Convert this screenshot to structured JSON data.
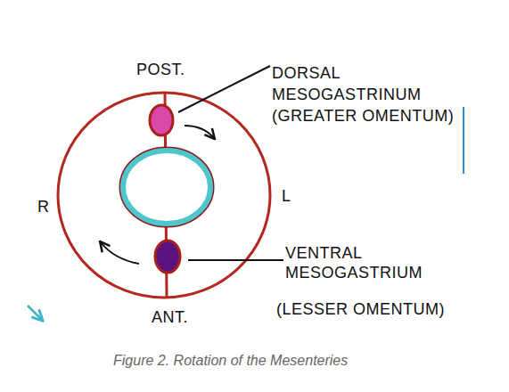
{
  "diagram": {
    "caption": "Figure 2. Rotation of the Mesenteries",
    "labels": [
      "POST.",
      "DORSAL MESOGASTRINUM (GREATER OMENTUM)",
      "R",
      "L",
      "VENTRAL MESOGASTRIUM",
      "(LESSER OMENTUM)",
      "ANT."
    ]
  }
}
